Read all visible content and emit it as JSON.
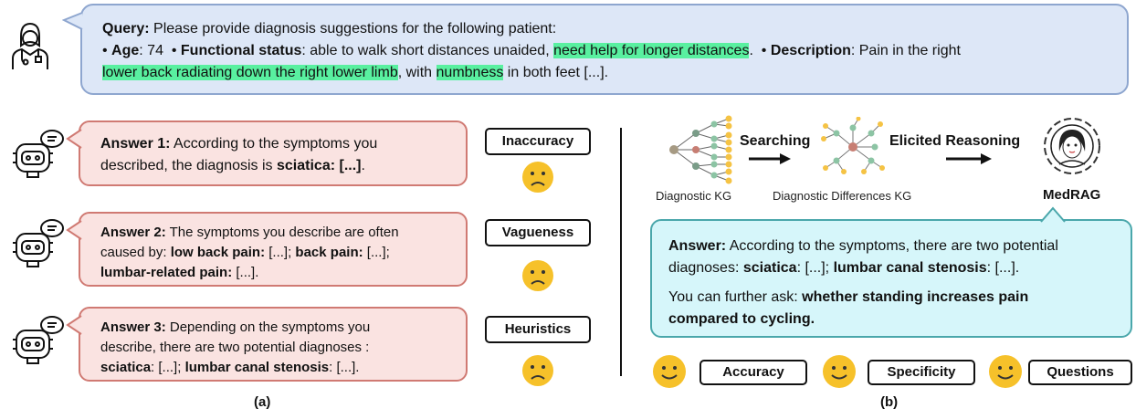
{
  "query": {
    "label": "Query:",
    "line1": "Please provide diagnosis suggestions for the following patient:",
    "age_label": "Age",
    "age_value": ": 74",
    "func_label": "Functional status",
    "func_text": ": able to walk short distances unaided, ",
    "func_highlight": "need help for longer distances",
    "func_end": ".",
    "desc_label": "Description",
    "desc_text": ": Pain in the right",
    "desc_highlight": "lower back radiating down the right lower limb",
    "desc_mid": ", with ",
    "desc_highlight2": "numbness",
    "desc_end": " in both feet [...]."
  },
  "answers": [
    {
      "label": "Answer 1:",
      "text1": " According to the symptoms you",
      "text2": "described, the diagnosis is ",
      "bold2": "sciatica: [...]",
      "end2": ".",
      "tag": "Inaccuracy"
    },
    {
      "label": "Answer 2:",
      "text1": " The symptoms you describe are often",
      "text2": "caused by: ",
      "bold2a": "low back pain:",
      "text2b": " [...]; ",
      "bold2b": "back pain:",
      "text2c": " [...];",
      "bold3": "lumbar-related pain:",
      "text3": " [...].",
      "tag": "Vagueness"
    },
    {
      "label": "Answer 3:",
      "text1": " Depending on the symptoms you",
      "text2": "describe, there are two potential diagnoses :",
      "bold3a": "sciatica",
      "text3a": ": [...]; ",
      "bold3b": "lumbar canal stenosis",
      "text3b": ": [...].",
      "tag": "Heuristics"
    }
  ],
  "pipeline": {
    "kg1": "Diagnostic KG",
    "arrow1": "Searching",
    "kg2": "Diagnostic Differences KG",
    "arrow2": "Elicited Reasoning",
    "system": "MedRAG"
  },
  "medrag_answer": {
    "label": "Answer:",
    "text1": " According to the symptoms, there are two potential",
    "text2a": "diagnoses: ",
    "bold2a": "sciatica",
    "text2b": ": [...]; ",
    "bold2b": "lumbar canal stenosis",
    "text2c": ": [...].",
    "text3": "You can further ask: ",
    "bold3": "whether standing increases pain",
    "bold4": "compared to cycling."
  },
  "good_tags": [
    "Accuracy",
    "Specificity",
    "Questions"
  ],
  "panel_labels": {
    "a": "(a)",
    "b": "(b)"
  },
  "colors": {
    "query_bg": "#dde7f7",
    "query_border": "#8ea6cf",
    "highlight": "#59f0a0",
    "answer_bg": "#fae3e1",
    "answer_border": "#d07a73",
    "medrag_bg": "#d6f6fa",
    "medrag_border": "#4aa7ab",
    "emoji": "#f6c12a"
  },
  "icons": [
    "doctor-icon",
    "robot-icon",
    "sad-face-icon",
    "smile-face-icon",
    "knowledge-graph-icon",
    "network-graph-icon",
    "arrow-right-icon",
    "medrag-avatar-icon"
  ]
}
